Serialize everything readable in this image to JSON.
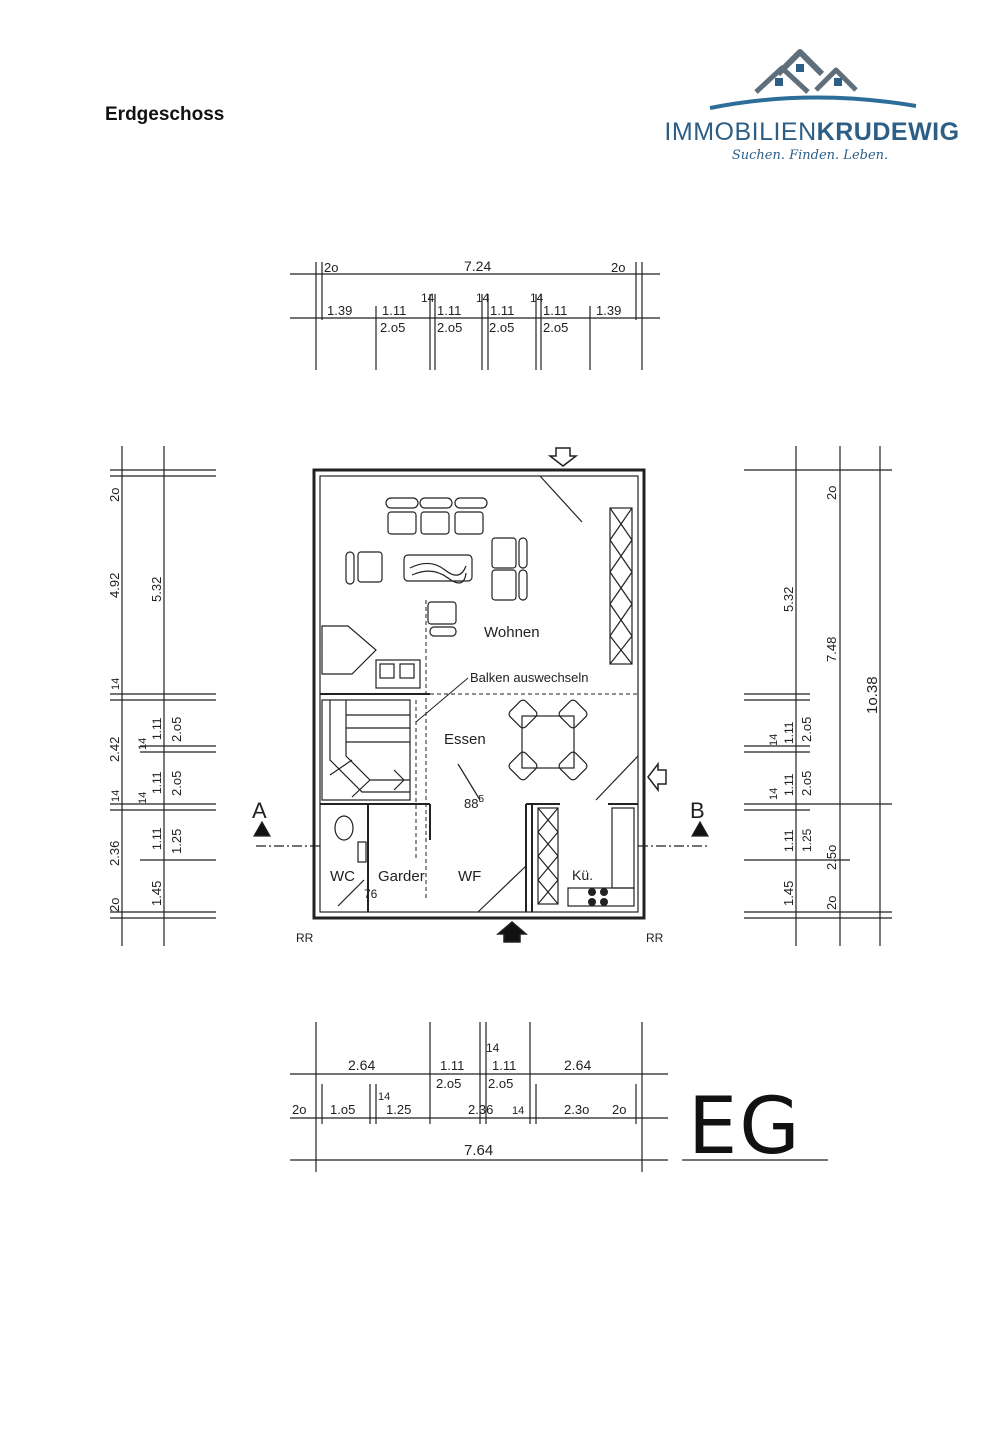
{
  "page_title": "Erdgeschoss",
  "logo": {
    "word_light": "IMMOBILIEN",
    "word_bold": "KRUDEWIG",
    "slogan": "Suchen. Finden. Leben."
  },
  "floor_label": "EG",
  "rooms": {
    "wohnen": "Wohnen",
    "essen": "Essen",
    "wc": "WC",
    "garder": "Garder",
    "wf": "WF",
    "kueche": "Kü."
  },
  "notes": {
    "balken": "Balken auswechseln",
    "stair_width": "88",
    "stair_sup": "5",
    "door_76": "76",
    "rr_left": "RR",
    "rr_right": "RR"
  },
  "section_markers": {
    "a": "A",
    "b": "B"
  },
  "dimensions": {
    "top_total": "7.24",
    "top_edge_left": "2o",
    "top_edge_right": "2o",
    "top_row1": [
      "1.39",
      "1.11",
      "1.11",
      "1.11",
      "1.11",
      "1.39"
    ],
    "top_gaps": [
      "14",
      "14",
      "14"
    ],
    "top_row2": [
      "2.o5",
      "2.o5",
      "2.o5",
      "2.o5"
    ],
    "bottom_row1": [
      "2.64",
      "1.11",
      "1.11",
      "2.64"
    ],
    "bottom_gap": "14",
    "bottom_row2": [
      "2.o5",
      "2.o5"
    ],
    "bottom_row3": [
      "2o",
      "1.o5",
      "1.25",
      "2.36",
      "2.3o",
      "2o"
    ],
    "bottom_row3_gaps": [
      "14",
      "14"
    ],
    "bottom_total": "7.64",
    "left_col1": [
      "2o",
      "4.92",
      "14",
      "2.42",
      "14",
      "2.36",
      "2o"
    ],
    "left_col2": [
      "5.32",
      "14",
      "1.11",
      "14",
      "1.11",
      "1.11",
      "1.45"
    ],
    "left_col3": [
      "2.o5",
      "2.o5",
      "1.25"
    ],
    "right_col1": [
      "5.32",
      "14",
      "14",
      "1.11",
      "1.45"
    ],
    "right_col2": [
      "1.11",
      "1.11",
      "1.25"
    ],
    "right_col3": [
      "2o",
      "7.48",
      "2.o5",
      "2.o5",
      "2.5o",
      "2o"
    ],
    "right_total": "1o.38"
  }
}
